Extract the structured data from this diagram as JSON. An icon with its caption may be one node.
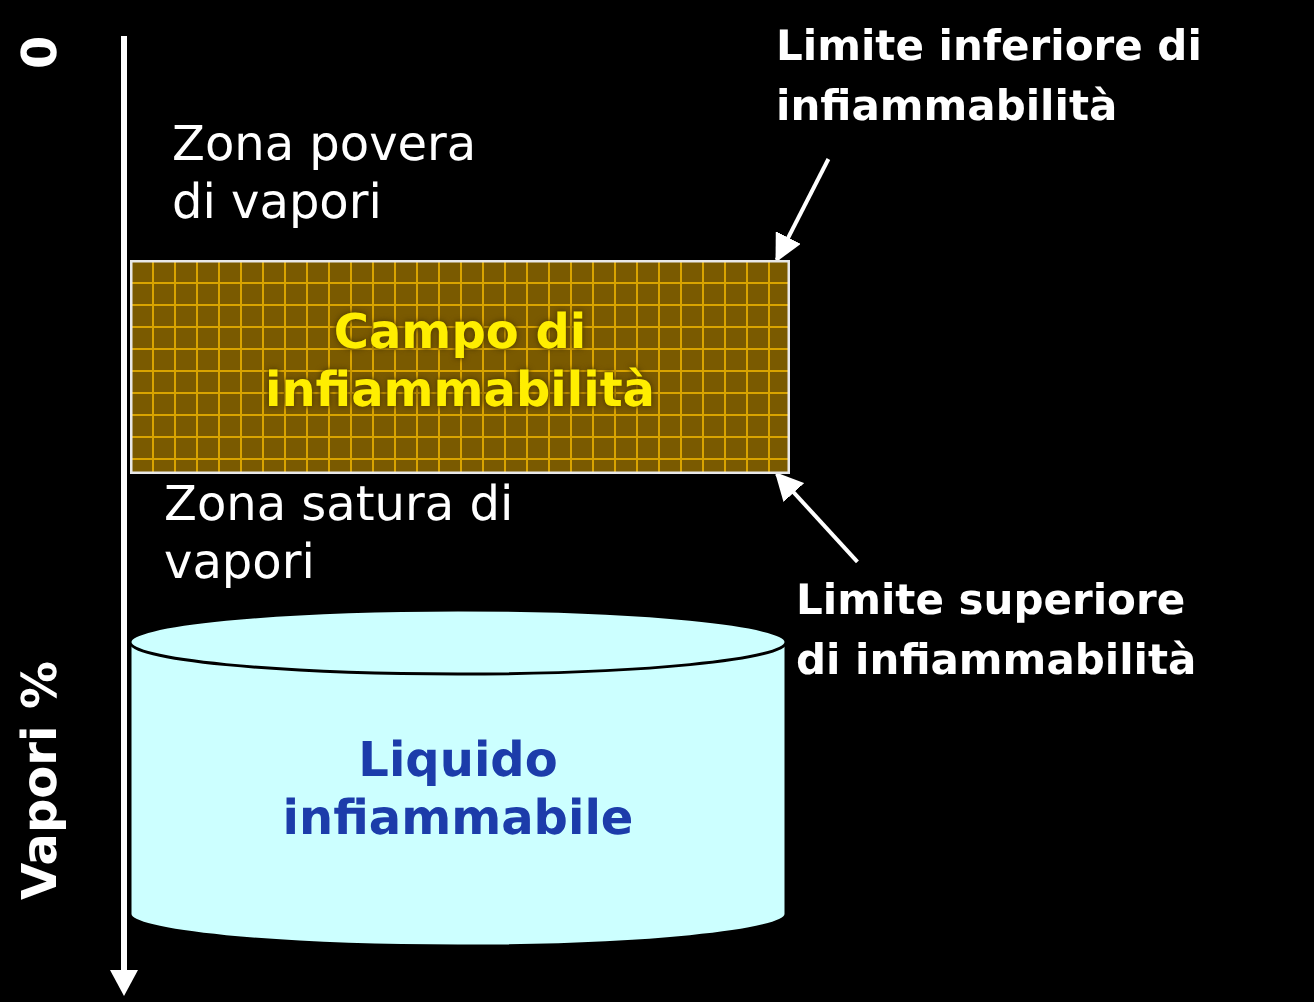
{
  "diagram": {
    "nodes": [
      {
        "text": [
          "Campo di infiammabilità"
        ]
      },
      {
        "text": [
          "Liquido infiammabile"
        ]
      },
      {
        "text": [
          "Limite inferiore di infiammabilità"
        ]
      },
      {
        "text": [
          "Limite superiore di infiammabilità"
        ]
      }
    ],
    "edges": [
      {
        "from": 2,
        "to": 0,
        "arrow": "to"
      },
      {
        "from": 3,
        "to": 0,
        "arrow": "to"
      }
    ],
    "labels": [
      "0",
      "Zona povera di vapori",
      "Zona satura di vapori",
      "Vapori %"
    ]
  }
}
